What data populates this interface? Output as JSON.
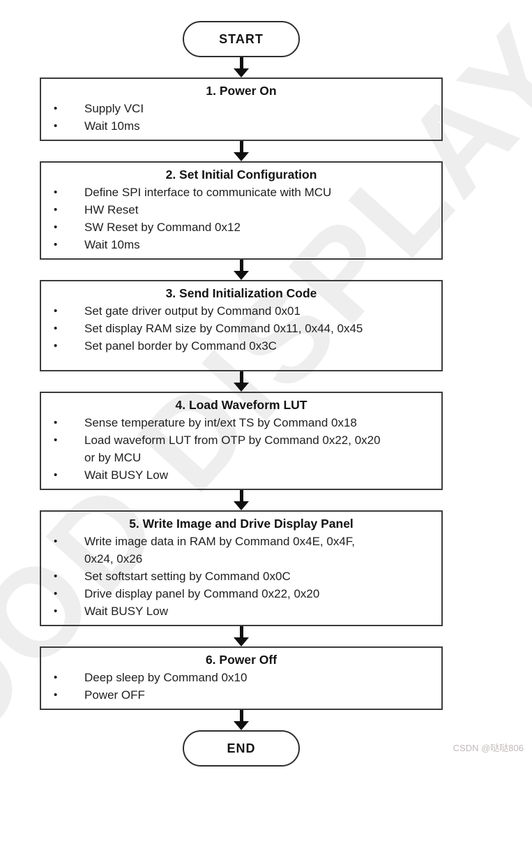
{
  "watermark_text": "GOOD DISPLAY",
  "credit_text": "CSDN @哒哒806",
  "colors": {
    "box_border": "#3c3c3c",
    "text": "#1f1f1f",
    "arrow": "#101010",
    "watermark": "#eeeeee",
    "credit": "#c3b9b9"
  },
  "flowchart": {
    "start_label": "START",
    "end_label": "END",
    "steps": [
      {
        "title": "1. Power On",
        "bullets": [
          {
            "lines": [
              "Supply VCI"
            ]
          },
          {
            "lines": [
              "Wait 10ms"
            ]
          }
        ]
      },
      {
        "title": "2. Set Initial Configuration",
        "bullets": [
          {
            "lines": [
              "Define SPI interface to communicate with MCU"
            ]
          },
          {
            "lines": [
              "HW Reset"
            ]
          },
          {
            "lines": [
              "SW Reset by Command 0x12"
            ]
          },
          {
            "lines": [
              "Wait 10ms"
            ]
          }
        ]
      },
      {
        "title": "3. Send Initialization Code",
        "bullets": [
          {
            "lines": [
              "Set gate driver output by Command 0x01"
            ]
          },
          {
            "lines": [
              "Set display RAM size by Command 0x11, 0x44, 0x45"
            ]
          },
          {
            "lines": [
              "Set panel border by Command 0x3C"
            ]
          }
        ]
      },
      {
        "title": "4. Load Waveform LUT",
        "bullets": [
          {
            "lines": [
              "Sense temperature by int/ext TS by Command 0x18"
            ]
          },
          {
            "lines": [
              "Load waveform LUT from OTP by Command 0x22, 0x20",
              "or by MCU"
            ]
          },
          {
            "lines": [
              "Wait BUSY Low"
            ]
          }
        ]
      },
      {
        "title": "5. Write Image and Drive Display Panel",
        "bullets": [
          {
            "lines": [
              "Write image data in RAM by Command 0x4E, 0x4F,",
              "0x24, 0x26"
            ]
          },
          {
            "lines": [
              "Set softstart setting by Command 0x0C"
            ]
          },
          {
            "lines": [
              "Drive display panel by Command 0x22, 0x20"
            ]
          },
          {
            "lines": [
              "Wait BUSY Low"
            ]
          }
        ]
      },
      {
        "title": "6. Power Off",
        "bullets": [
          {
            "lines": [
              "Deep sleep by Command 0x10"
            ]
          },
          {
            "lines": [
              "Power OFF"
            ]
          }
        ]
      }
    ]
  }
}
